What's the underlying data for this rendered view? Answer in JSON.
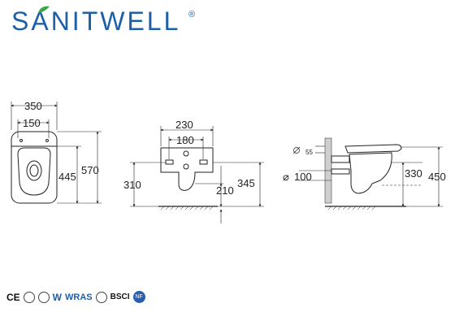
{
  "brand": {
    "name": "SANITWELL",
    "registered": "®",
    "color": "#1d5fa8",
    "leaf_color": "#3aa64a"
  },
  "front_view": {
    "width_label": "350",
    "inner_width_label": "150",
    "inner_height_label": "445",
    "height_label": "570"
  },
  "back_view": {
    "top_width_label": "230",
    "mount_width_label": "180",
    "left_height_label": "310",
    "mid_height_label": "210",
    "right_height_label": "345"
  },
  "side_view": {
    "small_label": "55",
    "diameter_symbol": "⌀",
    "diameter_label": "100",
    "mid_height_label": "330",
    "total_height_label": "450"
  },
  "certifications": {
    "ce": "CE",
    "w": "W",
    "wras": "WRAS",
    "bsci": "BSCI",
    "nf": "NF"
  }
}
